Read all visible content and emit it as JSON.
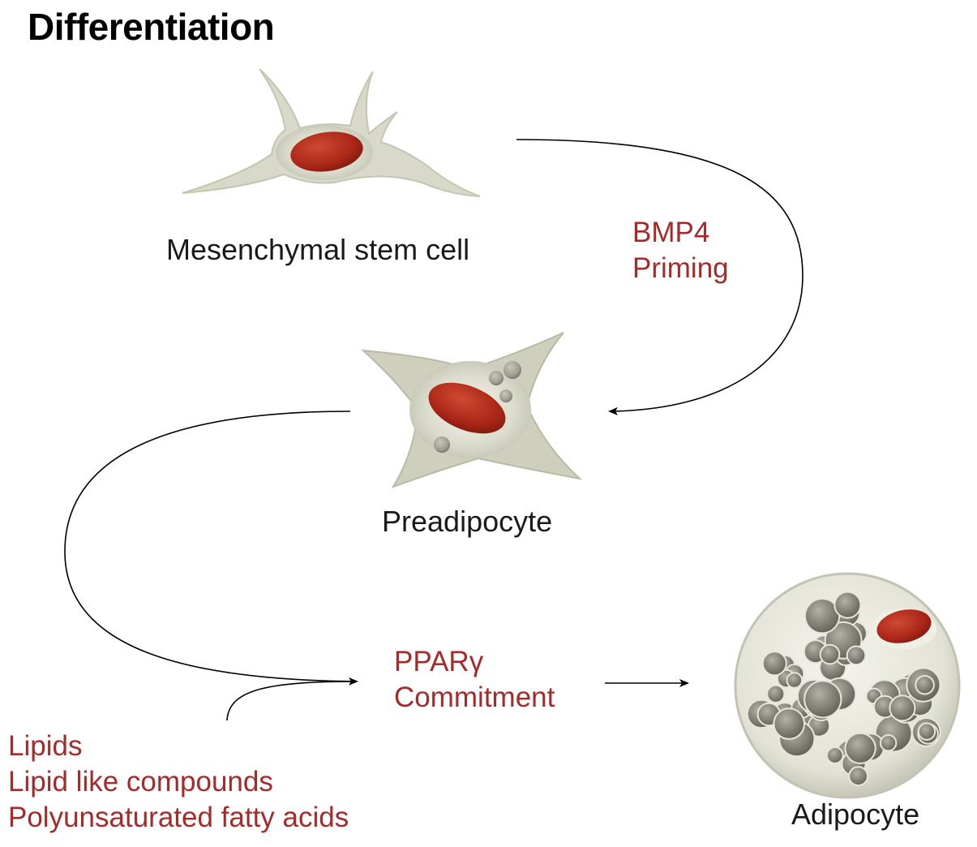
{
  "title": "Differentiation",
  "cells": {
    "msc": "Mesenchymal stem cell",
    "preadipocyte": "Preadipocyte",
    "adipocyte": "Adipocyte"
  },
  "steps": {
    "first": {
      "line1": "BMP4",
      "line2": "Priming"
    },
    "second": {
      "line1": "PPARγ",
      "line2": "Commitment"
    }
  },
  "inducers": [
    "Lipids",
    "Lipid like compounds",
    "Polyunsaturated fatty acids"
  ],
  "colors": {
    "label_red": "#a52a2a",
    "nucleus": "#b02a1c",
    "cytoplasm": "#d6d6c6",
    "arrow": "#000000"
  }
}
